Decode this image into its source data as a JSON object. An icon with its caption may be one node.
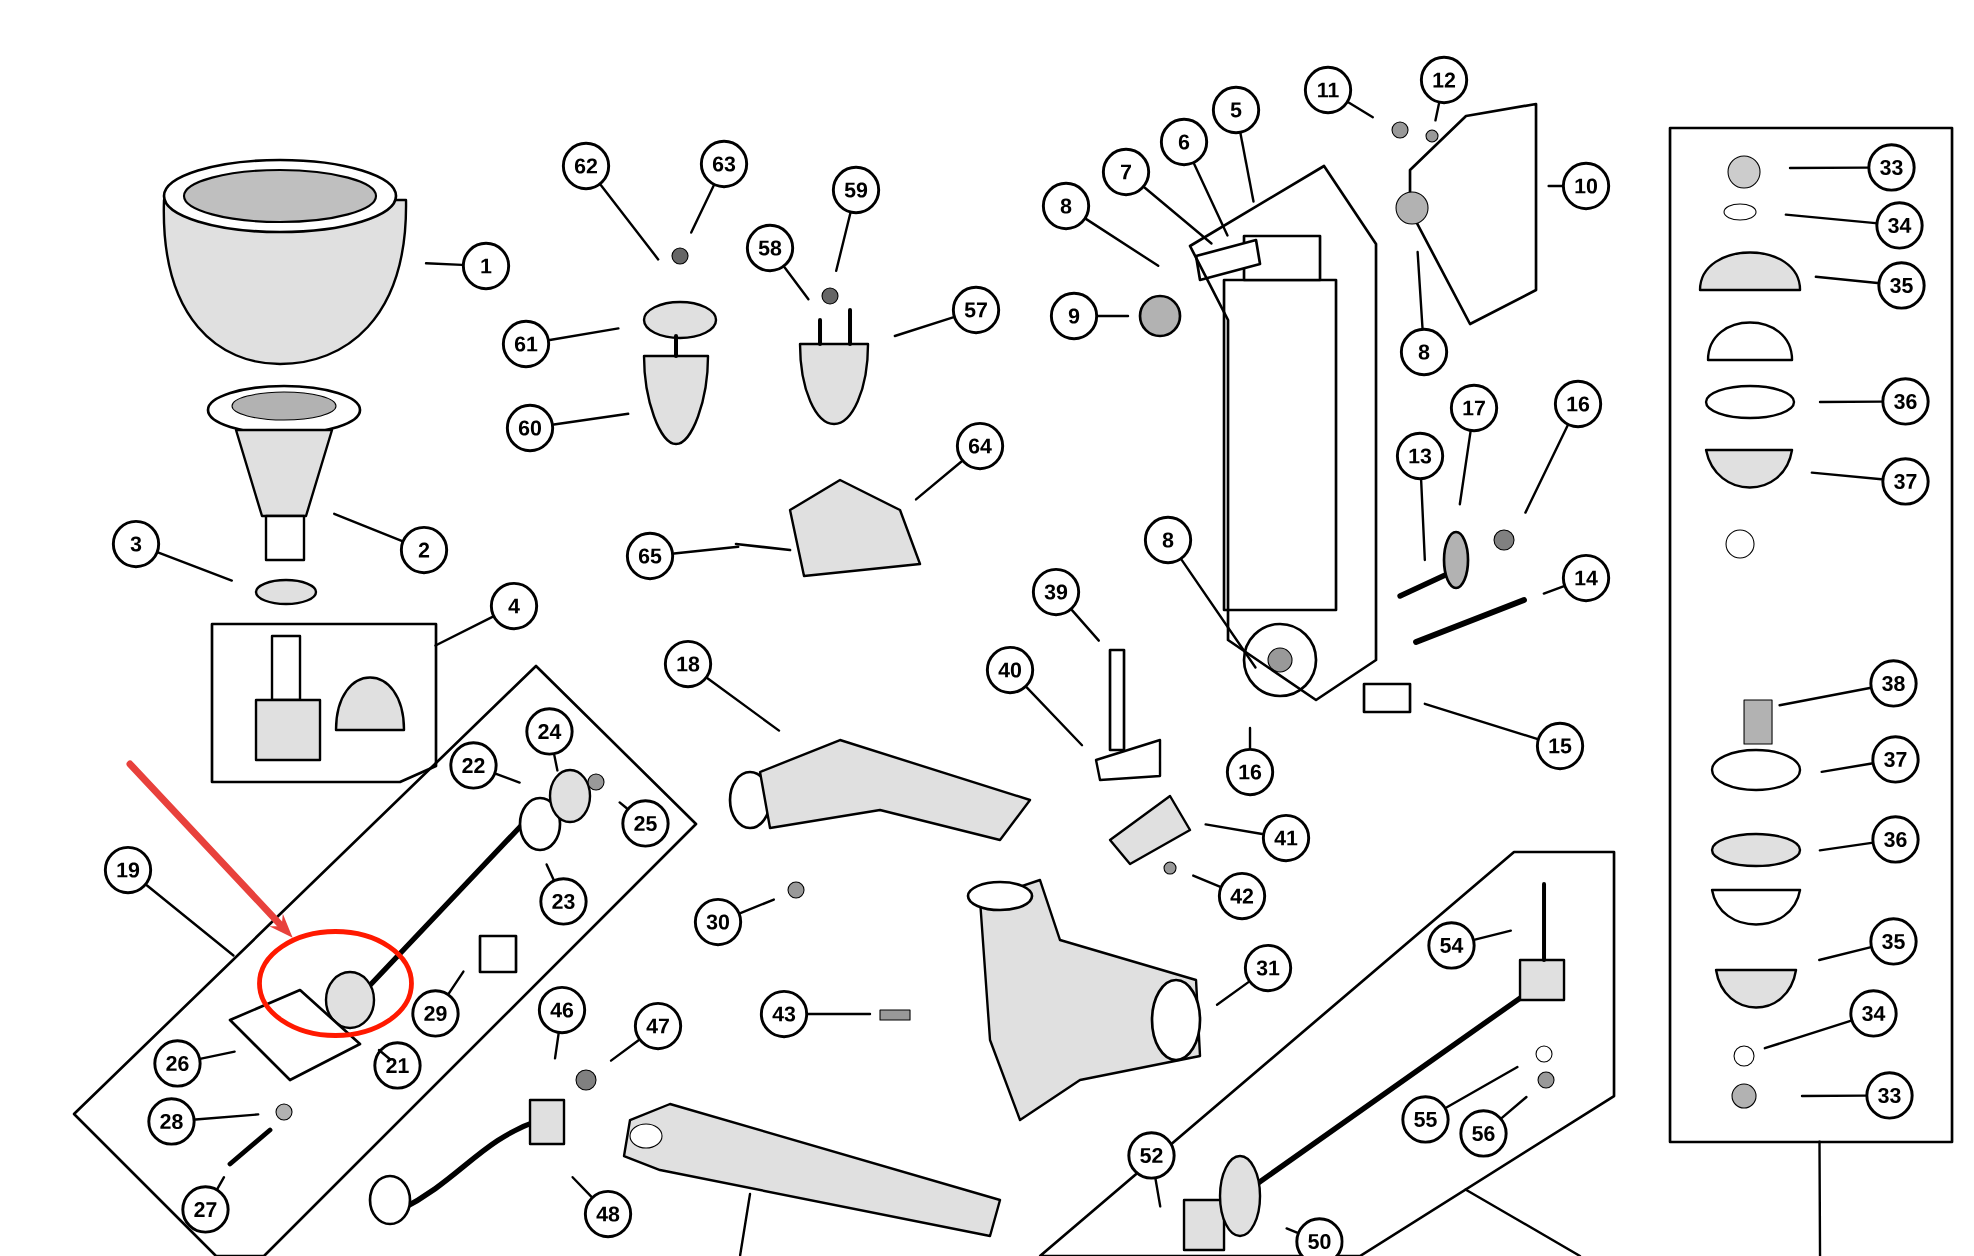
{
  "diagram": {
    "nodes": [
      {
        "text": [
          "1"
        ]
      },
      {
        "text": [
          "62"
        ]
      },
      {
        "text": [
          "63"
        ]
      },
      {
        "text": [
          "59"
        ]
      },
      {
        "text": [
          "58"
        ]
      },
      {
        "text": [
          "61"
        ]
      },
      {
        "text": [
          "57"
        ]
      },
      {
        "text": [
          "60"
        ]
      },
      {
        "text": [
          "64"
        ]
      },
      {
        "text": [
          "65"
        ]
      },
      {
        "text": [
          "11"
        ]
      },
      {
        "text": [
          "12"
        ]
      },
      {
        "text": [
          "5"
        ]
      },
      {
        "text": [
          "6"
        ]
      },
      {
        "text": [
          "7"
        ]
      },
      {
        "text": [
          "8"
        ]
      },
      {
        "text": [
          "9"
        ]
      },
      {
        "text": [
          "10"
        ]
      },
      {
        "text": [
          "8"
        ]
      },
      {
        "text": [],
        "shape": "box"
      },
      {
        "text": [],
        "shape": "box"
      },
      {
        "text": [
          "33"
        ],
        "in": 20
      },
      {
        "text": [
          "34"
        ],
        "in": 20
      },
      {
        "text": [
          "35"
        ],
        "in": 20
      },
      {
        "text": [
          "36"
        ],
        "in": 20
      },
      {
        "text": [
          "37"
        ],
        "in": 20
      },
      {
        "text": [
          "38"
        ],
        "in": 20
      },
      {
        "text": [
          "37"
        ],
        "in": 20
      },
      {
        "text": [
          "36"
        ],
        "in": 20
      },
      {
        "text": [
          "35"
        ],
        "in": 20
      },
      {
        "text": [
          "34"
        ],
        "in": 20
      },
      {
        "text": [
          "33"
        ],
        "in": 20
      },
      {
        "text": [
          "17"
        ]
      },
      {
        "text": [
          "16"
        ]
      },
      {
        "text": [
          "13"
        ]
      },
      {
        "text": [
          "2"
        ]
      },
      {
        "text": [
          "3"
        ]
      },
      {
        "text": [
          "4"
        ]
      },
      {
        "text": [],
        "shape": "box"
      },
      {
        "text": [
          "8"
        ]
      },
      {
        "text": [
          "14"
        ]
      },
      {
        "text": [
          "39"
        ]
      },
      {
        "text": [
          "18"
        ]
      },
      {
        "text": [
          "40"
        ]
      },
      {
        "text": [
          "15"
        ]
      },
      {
        "text": [
          "16"
        ]
      },
      {
        "text": [
          "41"
        ]
      },
      {
        "text": [
          "42"
        ]
      },
      {
        "text": [
          "19"
        ]
      },
      {
        "text": [],
        "shape": "box"
      },
      {
        "text": [
          "22"
        ],
        "in": 49
      },
      {
        "text": [
          "24"
        ],
        "in": 49
      },
      {
        "text": [
          "25"
        ],
        "in": 49
      },
      {
        "text": [
          "23"
        ],
        "in": 49
      },
      {
        "text": [
          "29"
        ],
        "in": 49
      },
      {
        "text": [
          "21"
        ],
        "in": 49
      },
      {
        "text": [
          "26"
        ],
        "in": 49
      },
      {
        "text": [
          "28"
        ],
        "in": 49
      },
      {
        "text": [
          "27"
        ],
        "in": 49
      },
      {
        "text": [],
        "shape": "circle",
        "in": 49
      },
      {
        "text": [
          "30"
        ]
      },
      {
        "text": [
          "31"
        ]
      },
      {
        "text": [
          "43"
        ]
      },
      {
        "text": [
          "46"
        ]
      },
      {
        "text": [
          "47"
        ]
      },
      {
        "text": [
          "48"
        ]
      },
      {
        "text": [],
        "shape": "box"
      },
      {
        "text": [
          "54"
        ],
        "in": 66
      },
      {
        "text": [
          "55"
        ],
        "in": 66
      },
      {
        "text": [
          "56"
        ],
        "in": 66
      },
      {
        "text": [
          "52"
        ],
        "in": 66
      },
      {
        "text": [
          "50"
        ],
        "in": 66
      }
    ],
    "edges": [
      {
        "from": 0,
        "to": null,
        "arrow": "none"
      },
      {
        "from": 1,
        "to": null,
        "arrow": "none"
      },
      {
        "from": 2,
        "to": null,
        "arrow": "none"
      },
      {
        "from": 3,
        "to": null,
        "arrow": "none"
      },
      {
        "from": 4,
        "to": null,
        "arrow": "none"
      },
      {
        "from": 5,
        "to": null,
        "arrow": "none"
      },
      {
        "from": 6,
        "to": null,
        "arrow": "none"
      },
      {
        "from": 7,
        "to": null,
        "arrow": "none"
      },
      {
        "from": 8,
        "to": null,
        "arrow": "none"
      },
      {
        "from": 9,
        "to": null,
        "arrow": "none"
      },
      {
        "from": 10,
        "to": null,
        "arrow": "none"
      },
      {
        "from": 11,
        "to": null,
        "arrow": "none"
      },
      {
        "from": 12,
        "to": 19,
        "arrow": "none"
      },
      {
        "from": 13,
        "to": 19,
        "arrow": "none"
      },
      {
        "from": 14,
        "to": 19,
        "arrow": "none"
      },
      {
        "from": 15,
        "to": null,
        "arrow": "none"
      },
      {
        "from": 16,
        "to": null,
        "arrow": "none"
      },
      {
        "from": 17,
        "to": null,
        "arrow": "none"
      },
      {
        "from": 18,
        "to": null,
        "arrow": "none"
      },
      {
        "from": 20,
        "to": null,
        "arrow": "none"
      },
      {
        "from": 21,
        "to": null,
        "arrow": "none"
      },
      {
        "from": 22,
        "to": null,
        "arrow": "none"
      },
      {
        "from": 23,
        "to": null,
        "arrow": "none"
      },
      {
        "from": 24,
        "to": null,
        "arrow": "none"
      },
      {
        "from": 25,
        "to": null,
        "arrow": "none"
      },
      {
        "from": 26,
        "to": null,
        "arrow": "none"
      },
      {
        "from": 27,
        "to": null,
        "arrow": "none"
      },
      {
        "from": 28,
        "to": null,
        "arrow": "none"
      },
      {
        "from": 29,
        "to": null,
        "arrow": "none"
      },
      {
        "from": 30,
        "to": null,
        "arrow": "none"
      },
      {
        "from": 31,
        "to": null,
        "arrow": "none"
      },
      {
        "from": 32,
        "to": null,
        "arrow": "none"
      },
      {
        "from": 33,
        "to": null,
        "arrow": "none"
      },
      {
        "from": 34,
        "to": null,
        "arrow": "none"
      },
      {
        "from": 35,
        "to": null,
        "arrow": "none"
      },
      {
        "from": 36,
        "to": null,
        "arrow": "none"
      },
      {
        "from": 37,
        "to": 38,
        "arrow": "none"
      },
      {
        "from": 39,
        "to": 19,
        "arrow": "none"
      },
      {
        "from": 40,
        "to": null,
        "arrow": "none"
      },
      {
        "from": 41,
        "to": null,
        "arrow": "none"
      },
      {
        "from": 42,
        "to": null,
        "arrow": "none"
      },
      {
        "from": 43,
        "to": null,
        "arrow": "none"
      },
      {
        "from": 44,
        "to": null,
        "arrow": "none"
      },
      {
        "from": 45,
        "to": null,
        "arrow": "none"
      },
      {
        "from": 46,
        "to": null,
        "arrow": "none"
      },
      {
        "from": 47,
        "to": null,
        "arrow": "none"
      },
      {
        "from": 48,
        "to": 49,
        "arrow": "none"
      },
      {
        "from": 50,
        "to": null,
        "arrow": "none"
      },
      {
        "from": 51,
        "to": null,
        "arrow": "none"
      },
      {
        "from": 52,
        "to": null,
        "arrow": "none"
      },
      {
        "from": 53,
        "to": null,
        "arrow": "none"
      },
      {
        "from": 54,
        "to": null,
        "arrow": "none"
      },
      {
        "from": 55,
        "to": null,
        "arrow": "none"
      },
      {
        "from": 56,
        "to": null,
        "arrow": "none"
      },
      {
        "from": 57,
        "to": null,
        "arrow": "none"
      },
      {
        "from": 58,
        "to": null,
        "arrow": "none"
      },
      {
        "from": null,
        "to": 59,
        "arrow": "to",
        "style": "thick",
        "color": "#e8413c"
      },
      {
        "from": 60,
        "to": null,
        "arrow": "none"
      },
      {
        "from": 61,
        "to": null,
        "arrow": "none"
      },
      {
        "from": 62,
        "to": null,
        "arrow": "none"
      },
      {
        "from": 63,
        "to": null,
        "arrow": "none"
      },
      {
        "from": 64,
        "to": null,
        "arrow": "none"
      },
      {
        "from": 65,
        "to": null,
        "arrow": "none"
      },
      {
        "from": 66,
        "to": null,
        "arrow": "none"
      },
      {
        "from": 67,
        "to": null,
        "arrow": "none"
      },
      {
        "from": 68,
        "to": null,
        "arrow": "none"
      },
      {
        "from": 69,
        "to": null,
        "arrow": "none"
      },
      {
        "from": 70,
        "to": null,
        "arrow": "none"
      },
      {
        "from": 71,
        "to": null,
        "arrow": "none"
      }
    ]
  }
}
